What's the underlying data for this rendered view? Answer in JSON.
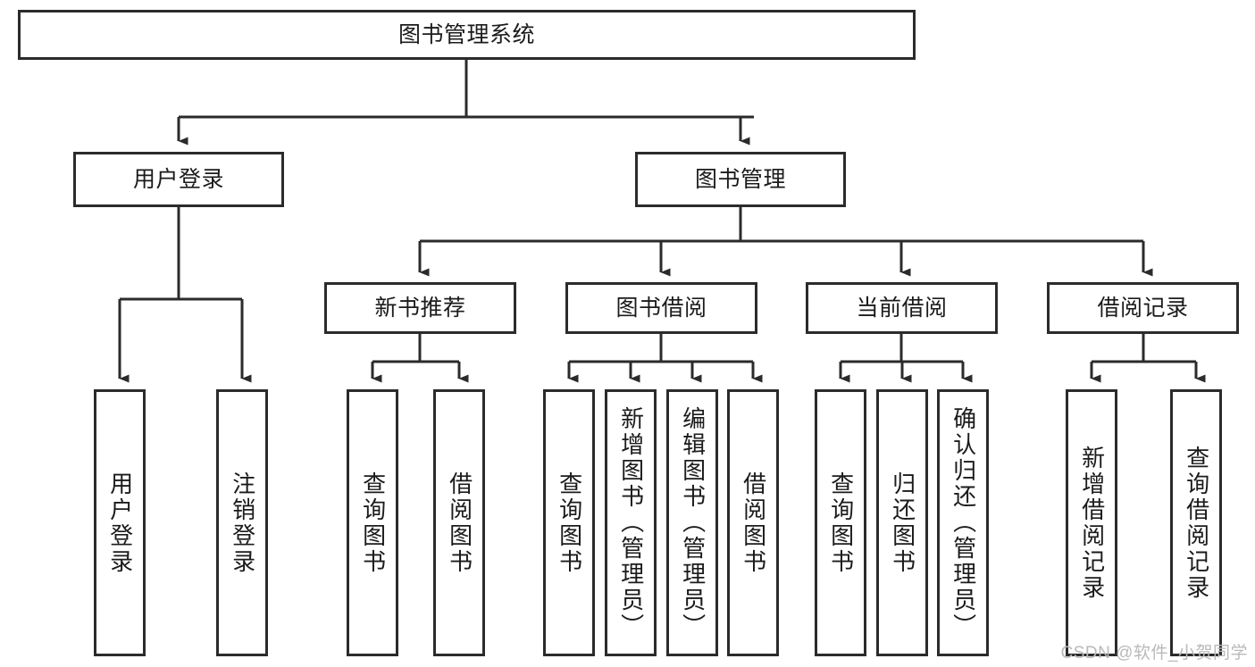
{
  "diagram": {
    "type": "tree-hierarchy",
    "title": "图书管理系统",
    "watermark": "CSDN @软件_小贺同学",
    "colors": {
      "box_border": "#2b2b2b",
      "box_fill": "#ffffff",
      "connector": "#2b2b2b",
      "text": "#1b1b1b",
      "watermark": "#b9b9b9",
      "background": "#ffffff"
    },
    "nodes": {
      "root": {
        "label": "图书管理系统"
      },
      "level2": [
        {
          "label": "用户登录"
        },
        {
          "label": "图书管理"
        }
      ],
      "level3": [
        {
          "label": "新书推荐"
        },
        {
          "label": "图书借阅"
        },
        {
          "label": "当前借阅"
        },
        {
          "label": "借阅记录"
        }
      ],
      "leaves": {
        "user_login": [
          {
            "label": "用户登录"
          },
          {
            "label": "注销登录"
          }
        ],
        "new_book": [
          {
            "label": "查询图书"
          },
          {
            "label": "借阅图书"
          }
        ],
        "book_borrow": [
          {
            "label": "查询图书"
          },
          {
            "label": "新增图书（管理员）"
          },
          {
            "label": "编辑图书（管理员）"
          },
          {
            "label": "借阅图书"
          }
        ],
        "current_borrow": [
          {
            "label": "查询图书"
          },
          {
            "label": "归还图书"
          },
          {
            "label": "确认归还（管理员）"
          }
        ],
        "borrow_record": [
          {
            "label": "新增借阅记录"
          },
          {
            "label": "查询借阅记录"
          }
        ]
      }
    }
  }
}
